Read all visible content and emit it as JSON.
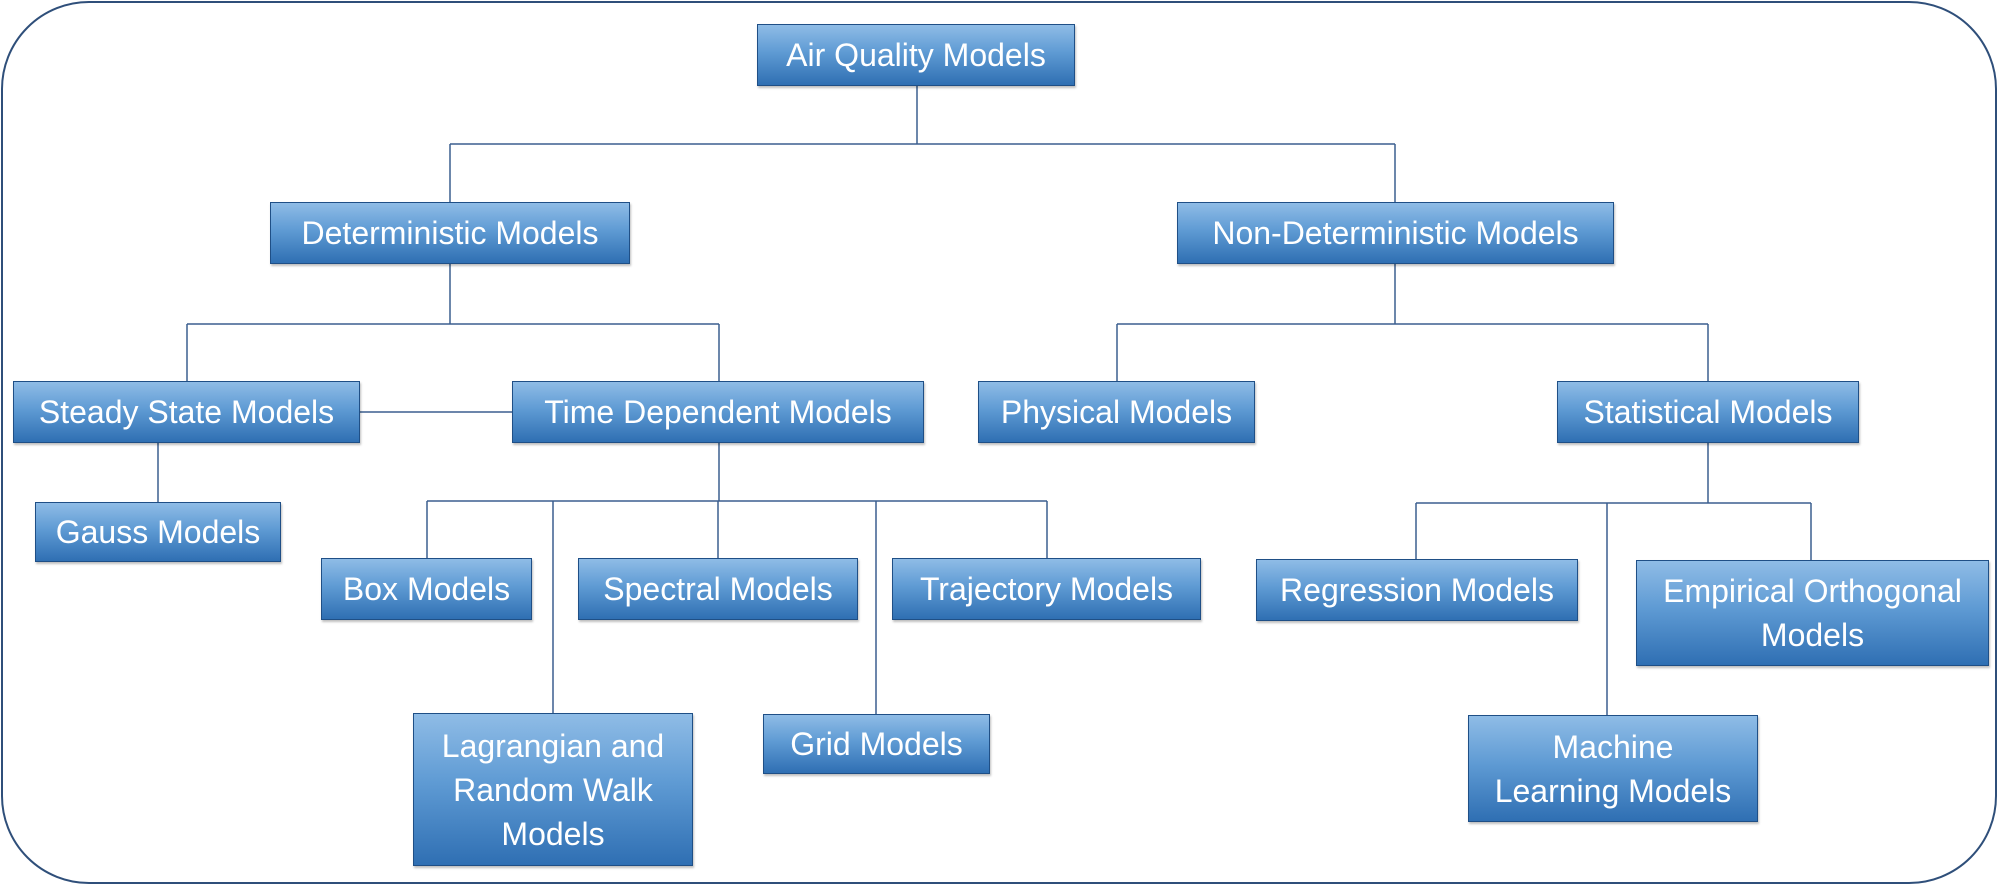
{
  "colors": {
    "box_top": "#8fbce6",
    "box_bottom": "#2f6fb3",
    "box_border": "#1f4f86",
    "line": "#3b5f8f",
    "text": "#ffffff"
  },
  "nodes": {
    "root": "Air Quality Models",
    "deterministic": "Deterministic Models",
    "non_deterministic": "Non-Deterministic Models",
    "steady_state": "Steady State Models",
    "time_dependent": "Time Dependent Models",
    "physical": "Physical Models",
    "statistical": "Statistical Models",
    "gauss": "Gauss Models",
    "box": "Box Models",
    "spectral": "Spectral Models",
    "trajectory": "Trajectory Models",
    "lagrangian": "Lagrangian and Random Walk Models",
    "grid": "Grid Models",
    "regression": "Regression Models",
    "empirical": "Empirical Orthogonal Models",
    "machine_learning": "Machine Learning Models"
  }
}
